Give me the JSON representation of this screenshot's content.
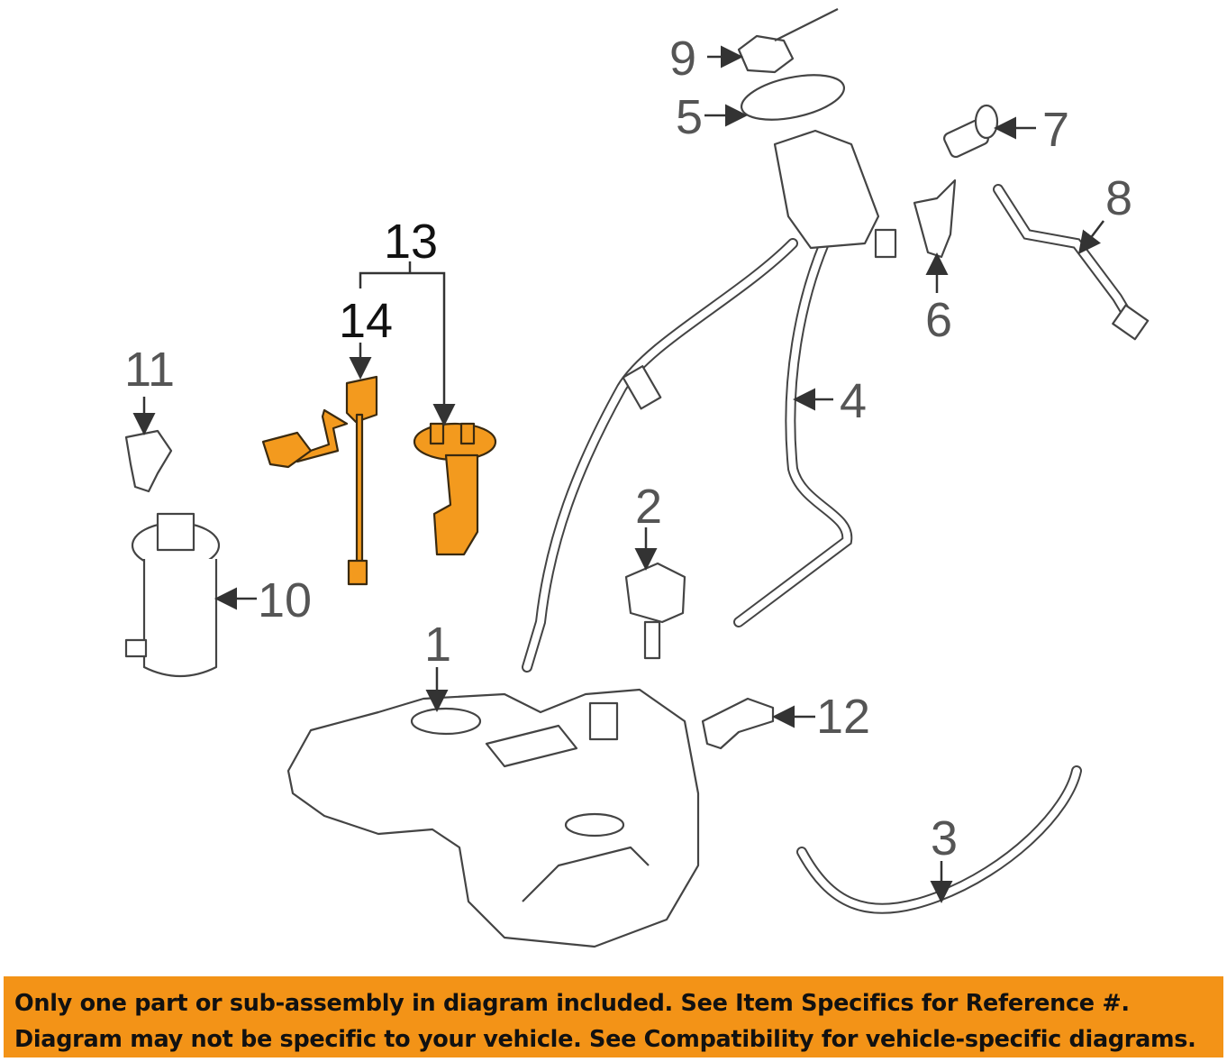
{
  "diagram": {
    "callouts": [
      "1",
      "2",
      "3",
      "4",
      "5",
      "6",
      "7",
      "8",
      "9",
      "10",
      "11",
      "12",
      "13",
      "14"
    ],
    "highlight_color": "#F39A1E"
  },
  "banner": {
    "line1": "Only one part or sub-assembly in diagram included. See Item Specifics for Reference #.",
    "line2": "Diagram may not be specific to your vehicle. See Compatibility for vehicle-specific diagrams.",
    "color": "#F39317"
  }
}
